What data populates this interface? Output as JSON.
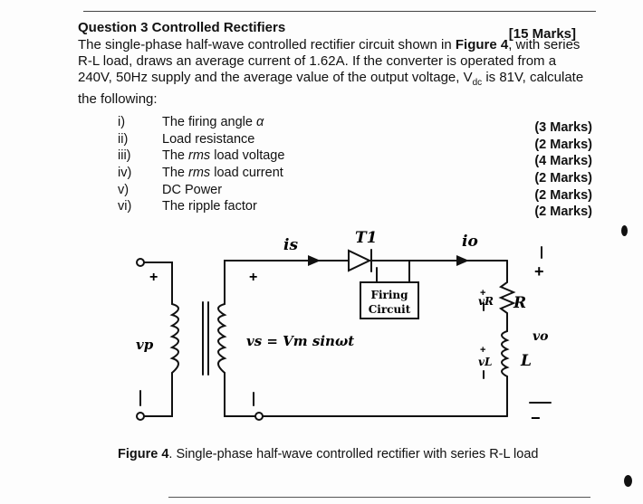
{
  "question": {
    "title": "Question 3  Controlled Rectifiers",
    "marks": "[15 Marks]"
  },
  "paragraph": {
    "line1_a": "The single-phase half-wave controlled rectifier circuit shown in ",
    "line1_b": "Figure 4",
    "line1_c": ", with series",
    "line2": "R-L load, draws an average current of 1.62A. If the converter is operated from a",
    "line3_a": "240V, 50Hz supply and the average value of the output voltage, V",
    "line3_sub": "dc",
    "line3_b": " is 81V, calculate",
    "line4": "the following:"
  },
  "items": [
    {
      "num": "i)",
      "text_a": "The firing angle ",
      "text_it": "α",
      "text_b": "",
      "marks": "(3 Marks)"
    },
    {
      "num": "ii)",
      "text_a": "Load resistance",
      "text_it": "",
      "text_b": "",
      "marks": "(2 Marks)"
    },
    {
      "num": "iii)",
      "text_a": "The ",
      "text_it": "rms",
      "text_b": " load voltage",
      "marks": "(4 Marks)"
    },
    {
      "num": "iv)",
      "text_a": "The ",
      "text_it": "rms",
      "text_b": " load current",
      "marks": "(2 Marks)"
    },
    {
      "num": "v)",
      "text_a": "DC Power",
      "text_it": "",
      "text_b": "",
      "marks": "(2 Marks)"
    },
    {
      "num": "vi)",
      "text_a": "The ripple factor",
      "text_it": "",
      "text_b": "",
      "marks": "(2 Marks)"
    }
  ],
  "circuit": {
    "is_label": "is",
    "t1_label": "T1",
    "io_label": "io",
    "firing_line1": "Firing",
    "firing_line2": "Circuit",
    "vp_label": "vp",
    "vs_eq": "vs = Vm sinωt",
    "vr_label": "vR",
    "vl_label": "vL",
    "r_label": "R",
    "l_label": "L",
    "vo_label": "vo",
    "plus": "+",
    "minus": "−"
  },
  "caption": {
    "bold": "Figure 4",
    "rest": ". Single-phase half-wave controlled rectifier with series R-L load"
  }
}
